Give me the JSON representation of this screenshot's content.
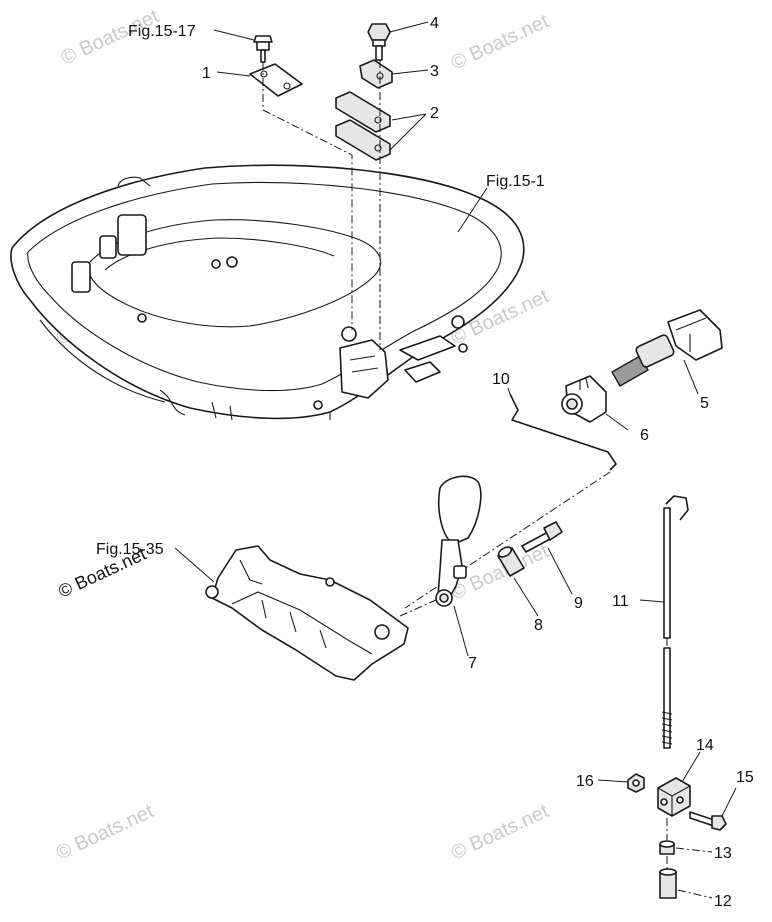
{
  "labels": {
    "ref_fig_15_17": "Fig.15-17",
    "ref_fig_15_1": "Fig.15-1",
    "ref_fig_15_35": "Fig.15-35",
    "p1": "1",
    "p2": "2",
    "p3": "3",
    "p4": "4",
    "p5": "5",
    "p6": "6",
    "p7": "7",
    "p8": "8",
    "p9": "9",
    "p10": "10",
    "p11": "11",
    "p12": "12",
    "p13": "13",
    "p14": "14",
    "p15": "15",
    "p16": "16"
  },
  "watermark": {
    "text": "© Boats.net"
  }
}
